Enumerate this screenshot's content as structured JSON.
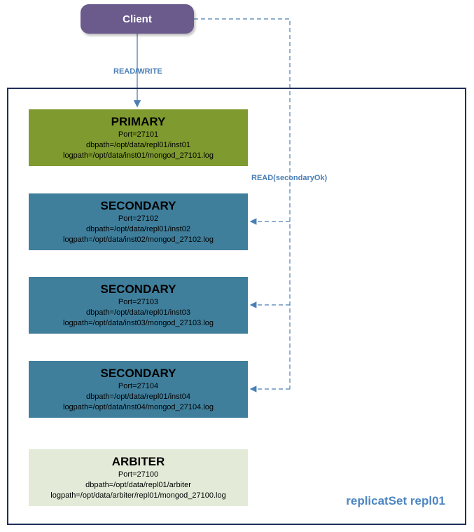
{
  "client": {
    "label": "Client"
  },
  "connections": {
    "read_write": "READ/WRITE",
    "read_secondary": "READ(secondaryOk)"
  },
  "replica_set": {
    "label": "replicatSet repl01",
    "primary": {
      "role": "PRIMARY",
      "port": "Port=27101",
      "dbpath": "dbpath=/opt/data/repl01/inst01",
      "logpath": "logpath=/opt/data/inst01/mongod_27101.log"
    },
    "secondaries": [
      {
        "role": "SECONDARY",
        "port": "Port=27102",
        "dbpath": "dbpath=/opt/data/repl01/inst02",
        "logpath": "logpath=/opt/data/inst02/mongod_27102.log"
      },
      {
        "role": "SECONDARY",
        "port": "Port=27103",
        "dbpath": "dbpath=/opt/data/repl01/inst03",
        "logpath": "logpath=/opt/data/inst03/mongod_27103.log"
      },
      {
        "role": "SECONDARY",
        "port": "Port=27104",
        "dbpath": "dbpath=/opt/data/repl01/inst04",
        "logpath": "logpath=/opt/data/inst04/mongod_27104.log"
      }
    ],
    "arbiter": {
      "role": "ARBITER",
      "port": "Port=27100",
      "dbpath": "dbpath=/opt/data/repl01/arbiter",
      "logpath": "logpath=/opt/data/arbiter/repl01/mongod_27100.log"
    }
  },
  "colors": {
    "client": "#6b5b8d",
    "primary": "#7f9a2e",
    "secondary": "#3f7f9c",
    "arbiter": "#e3ebd8",
    "frame": "#1f2e5a",
    "connector": "#4a7fb5"
  }
}
